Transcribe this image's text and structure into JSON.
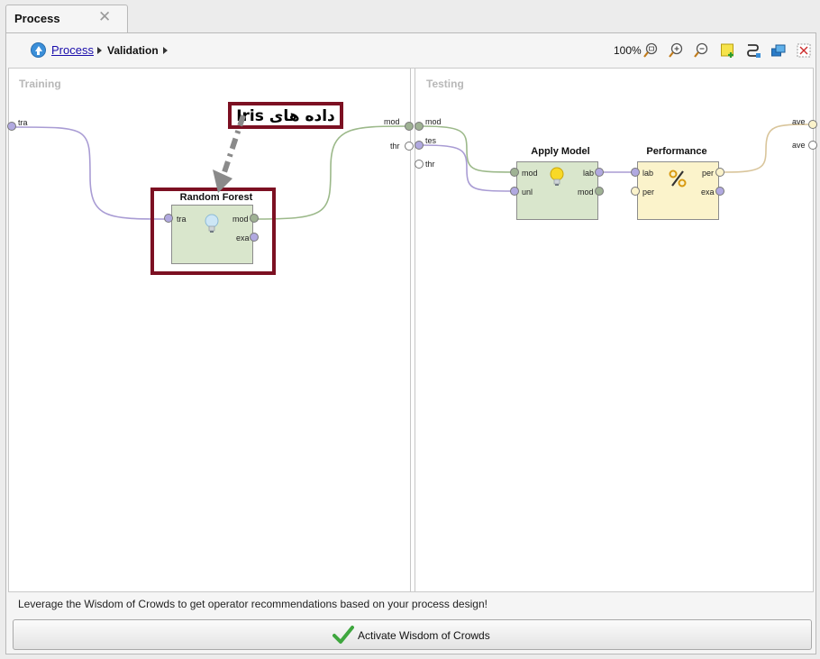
{
  "tab": {
    "label": "Process",
    "close_glyph": "✕"
  },
  "breadcrumb": {
    "process": "Process",
    "validation": "Validation"
  },
  "toolbar": {
    "zoom": "100%",
    "icons": [
      "zoom-fit-icon",
      "zoom-in-icon",
      "zoom-out-icon",
      "add-note-icon",
      "auto-wire-icon",
      "arrange-icon",
      "fullscreen-icon"
    ]
  },
  "subprocesses": {
    "training": "Training",
    "testing": "Testing"
  },
  "annotation": {
    "text": "داده های Iris"
  },
  "ports": {
    "train_in": "tra",
    "train_mod_out": "mod",
    "train_thr_out": "thr",
    "test_mod_in": "mod",
    "test_tes_in": "tes",
    "test_thr_in": "thr",
    "test_ave_out1": "ave",
    "test_ave_out2": "ave"
  },
  "operators": {
    "random_forest": {
      "title": "Random Forest",
      "in": [
        "tra"
      ],
      "out": [
        "mod",
        "exa"
      ]
    },
    "apply_model": {
      "title": "Apply Model",
      "in": [
        "mod",
        "unl"
      ],
      "out": [
        "lab",
        "mod"
      ]
    },
    "performance": {
      "title": "Performance",
      "in": [
        "lab",
        "per"
      ],
      "out": [
        "per",
        "exa"
      ]
    }
  },
  "bottom": {
    "hint": "Leverage the Wisdom of Crowds to get operator recommendations based on your process design!",
    "button": "Activate Wisdom of Crowds"
  },
  "colors": {
    "highlight": "#7c1022",
    "model_port": "#9fb294",
    "example_port": "#b1a9e0",
    "op_green": "#d9e6cc",
    "op_yellow": "#fbf3cb",
    "wire_purple": "#a99cd4",
    "wire_green": "#9cb98a",
    "wire_yellow": "#d9c59b"
  }
}
